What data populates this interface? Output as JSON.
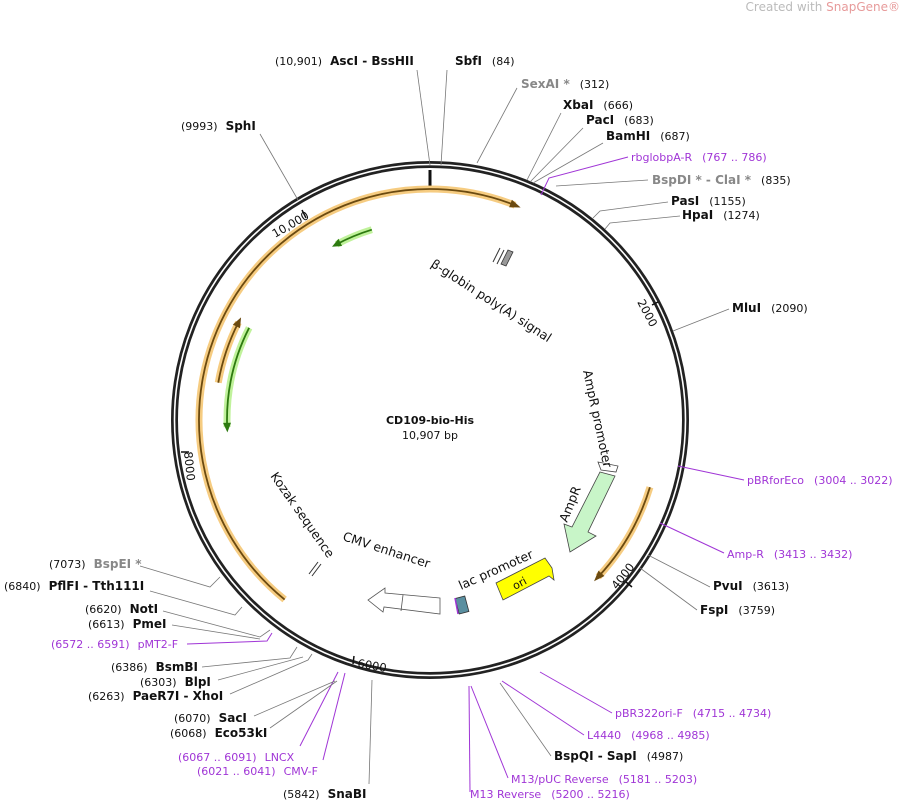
{
  "header": {
    "credit_prefix": "Created with ",
    "credit_brand": "SnapGene®"
  },
  "plasmid": {
    "name": "CD109-bio-His",
    "length": "10,907 bp"
  },
  "tick_labels": [
    "10,000",
    "2000",
    "4000",
    "6000",
    "8000"
  ],
  "features": {
    "bglobin": "β-globin poly(A) signal",
    "ampr_promoter": "AmpR promoter",
    "ampr": "AmpR",
    "ori": "ori",
    "lac_promoter": "lac promoter",
    "cmv_enhancer": "CMV enhancer",
    "kozak": "Kozak sequence"
  },
  "sites": [
    {
      "name": "AscI - BssHII",
      "position": "(10,901)"
    },
    {
      "name": "SbfI",
      "position": "(84)"
    },
    {
      "name": "SexAI *",
      "position": "(312)"
    },
    {
      "name": "XbaI",
      "position": "(666)"
    },
    {
      "name": "PacI",
      "position": "(683)"
    },
    {
      "name": "BamHI",
      "position": "(687)"
    },
    {
      "name": "BspDI * - ClaI *",
      "position": "(835)"
    },
    {
      "name": "PasI",
      "position": "(1155)"
    },
    {
      "name": "HpaI",
      "position": "(1274)"
    },
    {
      "name": "MluI",
      "position": "(2090)"
    },
    {
      "name": "PvuI",
      "position": "(3613)"
    },
    {
      "name": "FspI",
      "position": "(3759)"
    },
    {
      "name": "BspQI - SapI",
      "position": "(4987)"
    },
    {
      "name": "SnaBI",
      "position": "(5842)"
    },
    {
      "name": "Eco53kI",
      "position": "(6068)"
    },
    {
      "name": "SacI",
      "position": "(6070)"
    },
    {
      "name": "PaeR7I - XhoI",
      "position": "(6263)"
    },
    {
      "name": "BlpI",
      "position": "(6303)"
    },
    {
      "name": "BsmBI",
      "position": "(6386)"
    },
    {
      "name": "PmeI",
      "position": "(6613)"
    },
    {
      "name": "NotI",
      "position": "(6620)"
    },
    {
      "name": "PflFI - Tth111I",
      "position": "(6840)"
    },
    {
      "name": "BspEI *",
      "position": "(7073)"
    },
    {
      "name": "SphI",
      "position": "(9993)"
    }
  ],
  "primers": [
    {
      "name": "rbglobpA-R",
      "range": "(767 .. 786)"
    },
    {
      "name": "pBRforEco",
      "range": "(3004 .. 3022)"
    },
    {
      "name": "Amp-R",
      "range": "(3413 .. 3432)"
    },
    {
      "name": "pBR322ori-F",
      "range": "(4715 .. 4734)"
    },
    {
      "name": "L4440",
      "range": "(4968 .. 4985)"
    },
    {
      "name": "M13/pUC Reverse",
      "range": "(5181 .. 5203)"
    },
    {
      "name": "M13 Reverse",
      "range": "(5200 .. 5216)"
    },
    {
      "name": "CMV-F",
      "range": "(6021 .. 6041)"
    },
    {
      "name": "LNCX",
      "range": "(6067 .. 6091)"
    },
    {
      "name": "pMT2-F",
      "range": "(6572 .. 6591)"
    }
  ],
  "colors": {
    "primer": "#a035d6",
    "feature_orange": "#f5c36b",
    "feature_green": "#3a9a16",
    "ori": "#ffff00",
    "ampr": "#c8f5c8"
  }
}
